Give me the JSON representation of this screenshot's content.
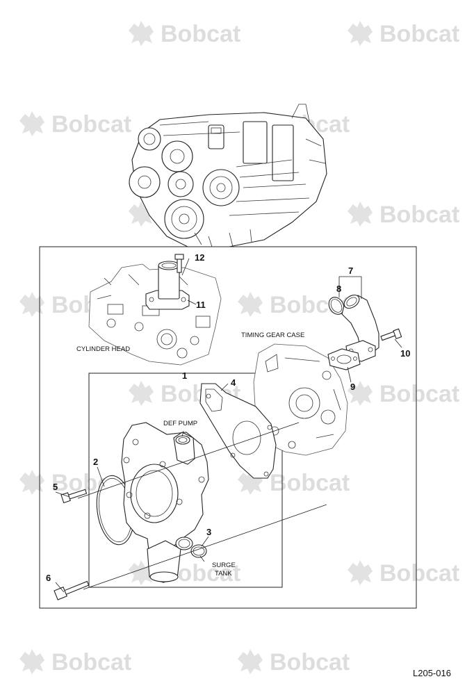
{
  "watermark": {
    "brand": "Bobcat"
  },
  "callouts": {
    "c1": "1",
    "c2": "2",
    "c3": "3",
    "c4": "4",
    "c5": "5",
    "c6": "6",
    "c7": "7",
    "c8": "8",
    "c9": "9",
    "c10": "10",
    "c11": "11",
    "c12": "12"
  },
  "labels": {
    "cylinder_head": "CYLINDER HEAD",
    "timing_gear_case": "TIMING GEAR CASE",
    "def_pump": "DEF PUMP",
    "surge_line1": "SURGE",
    "surge_line2": "TANK"
  },
  "reference": "L205-016"
}
